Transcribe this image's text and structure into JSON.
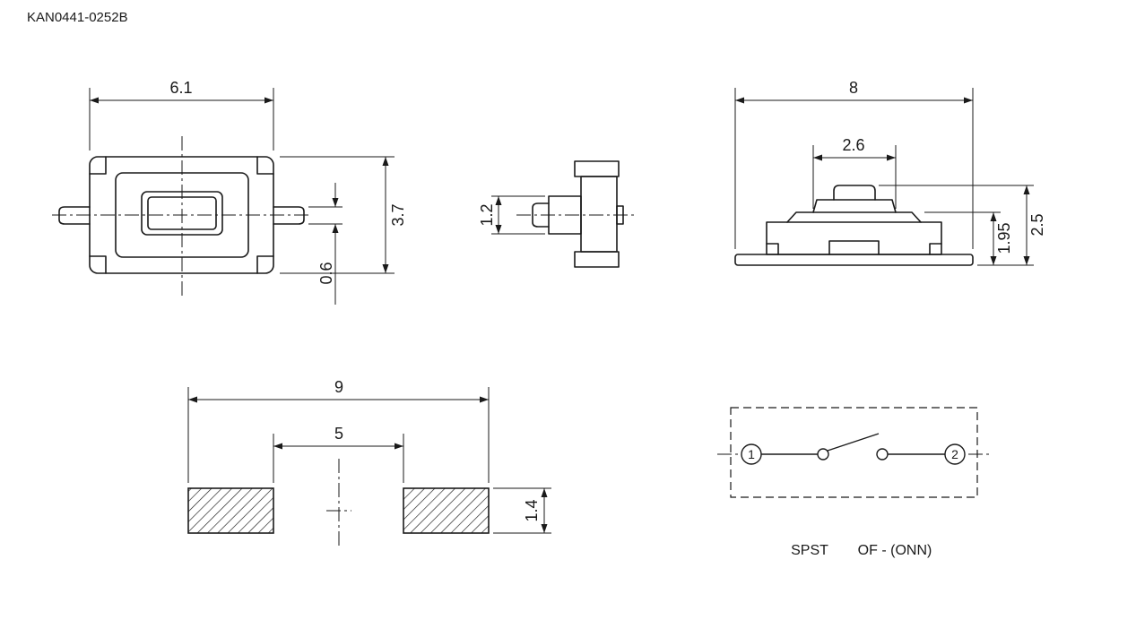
{
  "part_number": "KAN0441-0252B",
  "top_view": {
    "width": "6.1",
    "height": "3.7",
    "lead_width": "0.6"
  },
  "side_view": {
    "stem_height": "1.2"
  },
  "front_view": {
    "width": "8",
    "button_width": "2.6",
    "body_height": "1.95",
    "total_height": "2.5"
  },
  "land_pattern": {
    "outer_span": "9",
    "pad_pitch": "5",
    "pad_height": "1.4"
  },
  "schematic": {
    "terminal_left": "1",
    "terminal_right": "2",
    "type": "SPST",
    "state": "OF - (ONN)"
  },
  "colors": {
    "ink": "#1a1a1a",
    "background": "#ffffff"
  }
}
